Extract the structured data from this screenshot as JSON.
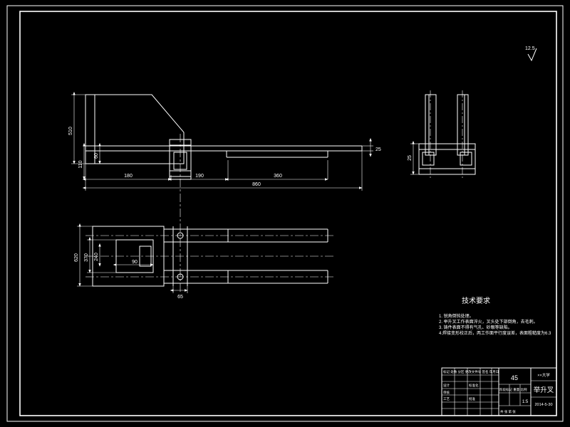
{
  "roughness": {
    "value": "12.5"
  },
  "tech": {
    "title": "技术要求",
    "line1": "1. 锐角倒钝处理。",
    "line2": "2. 举升叉工作表面淬火，叉头处下部倒角，去毛刺。",
    "line3": "3. 铸件表面不得有气孔、砂眼等缺陷。",
    "line4": "4.焊接变形校正后，两工作面平行度误差，表面粗糙度为6.3"
  },
  "title_block": {
    "material": "45",
    "org": "××大学",
    "part_name": "举升叉",
    "revision_header": "标记 处数 分区 更改文件号 签名 年月日",
    "r_design": "设计",
    "r_check": "审核",
    "r_process": "工艺",
    "r_std": "标准化",
    "r_approve": "批准",
    "stage_row": "阶段标记 重量 比例",
    "scale": "1:5",
    "sheet_info": "共 张 第 张",
    "date": "2014-5-30"
  },
  "dims": {
    "m_left_outer": "510",
    "m_left_mid": "110",
    "m_left_inner": "60",
    "m_tip": "25",
    "m_b1": "180",
    "m_b2": "190",
    "m_b3": "360",
    "m_total": "860",
    "p_left_outer": "620",
    "p_left_mid": "370",
    "p_left_inner": "240",
    "p_inner_w": "90",
    "p_bottom": "65",
    "e_left": "25"
  }
}
